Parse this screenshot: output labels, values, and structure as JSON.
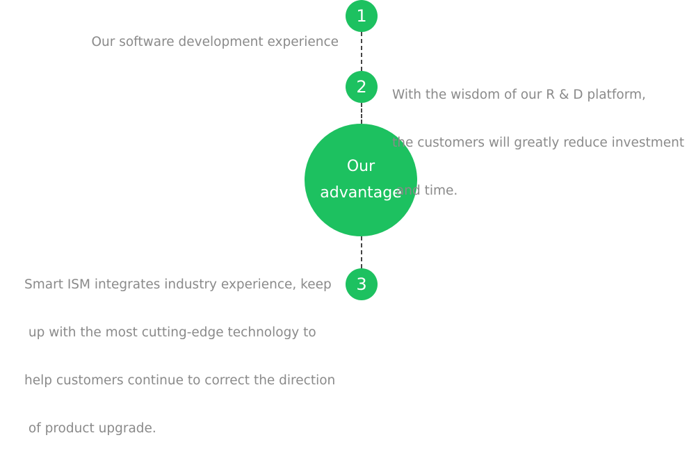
{
  "center": {
    "line1": "Our",
    "line2": "advantage"
  },
  "items": [
    {
      "number": "1",
      "lines": [
        "Our software development experience"
      ]
    },
    {
      "number": "2",
      "lines": [
        "With the wisdom of our R & D platform,",
        "the customers will greatly reduce investment",
        " and time."
      ]
    },
    {
      "number": "3",
      "lines": [
        "Smart ISM integrates industry experience, keep",
        " up with the most cutting-edge technology to",
        "help customers continue to correct the direction",
        " of product upgrade."
      ]
    }
  ],
  "colors": {
    "accent": "#1dc160",
    "text": "#8a8a8a"
  }
}
